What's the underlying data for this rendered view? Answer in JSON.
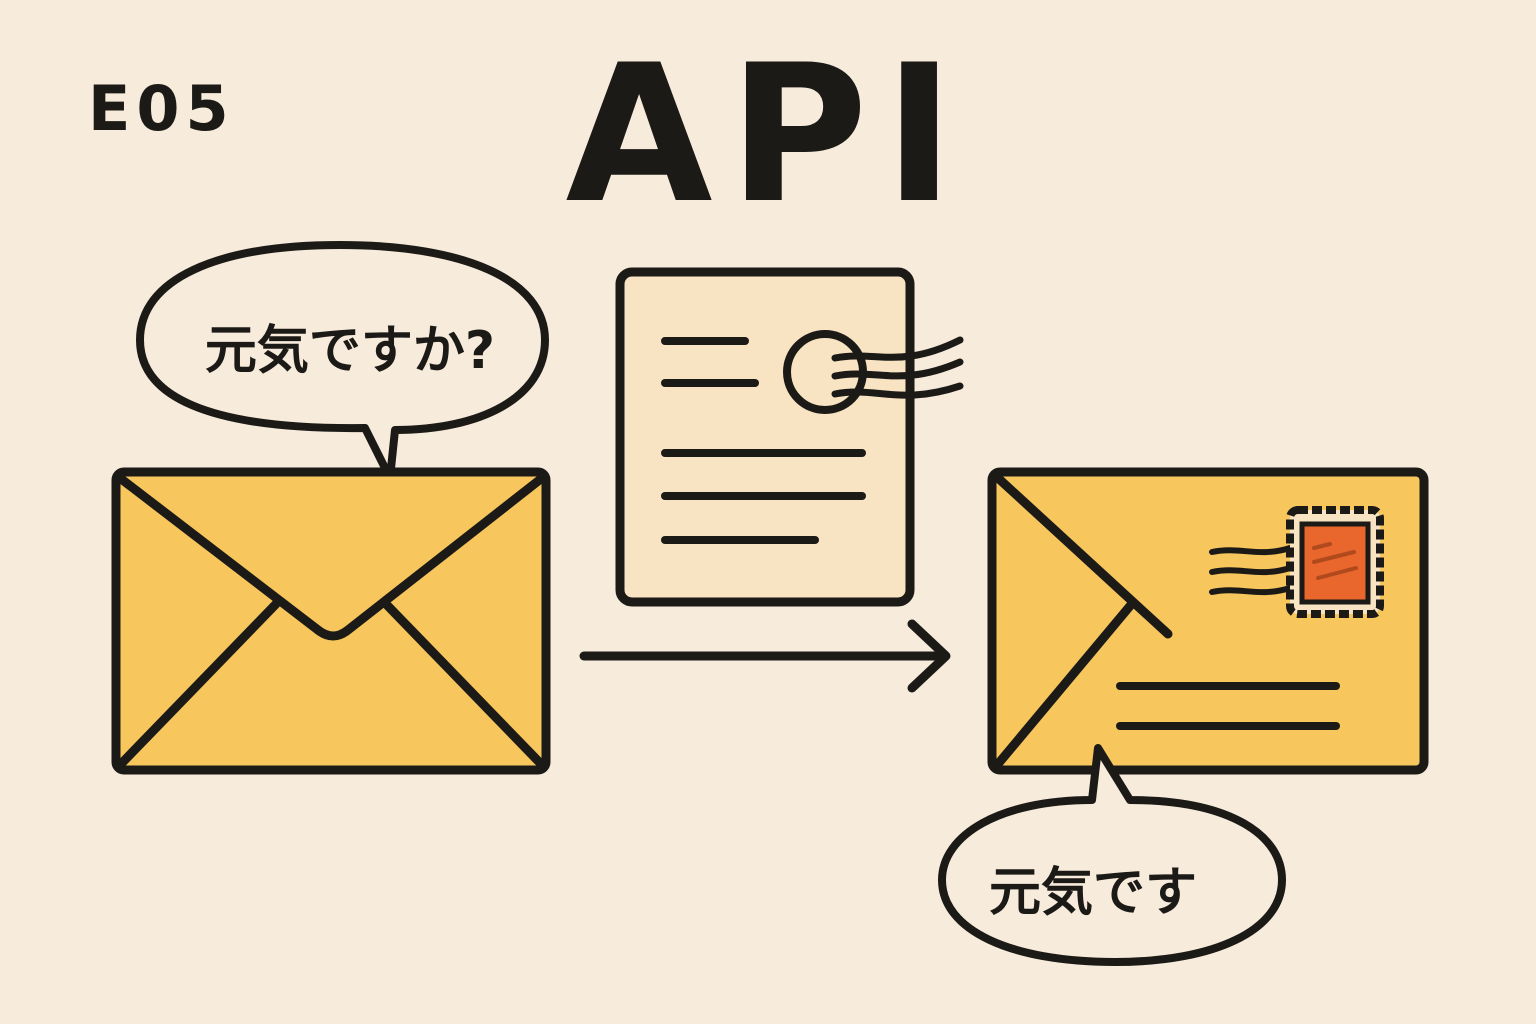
{
  "episode": "E05",
  "title": "API",
  "request_bubble": {
    "text": "元気ですか?"
  },
  "response_bubble": {
    "text": "元気です"
  },
  "colors": {
    "background": "#f7ebdb",
    "envelope": "#f7c65c",
    "document": "#f8e3c2",
    "stamp": "#e9662c",
    "ink": "#1c1a17"
  },
  "icons": [
    "envelope-icon",
    "document-icon",
    "postmark-icon",
    "arrow-right-icon",
    "mailed-envelope-icon",
    "stamp-icon"
  ]
}
